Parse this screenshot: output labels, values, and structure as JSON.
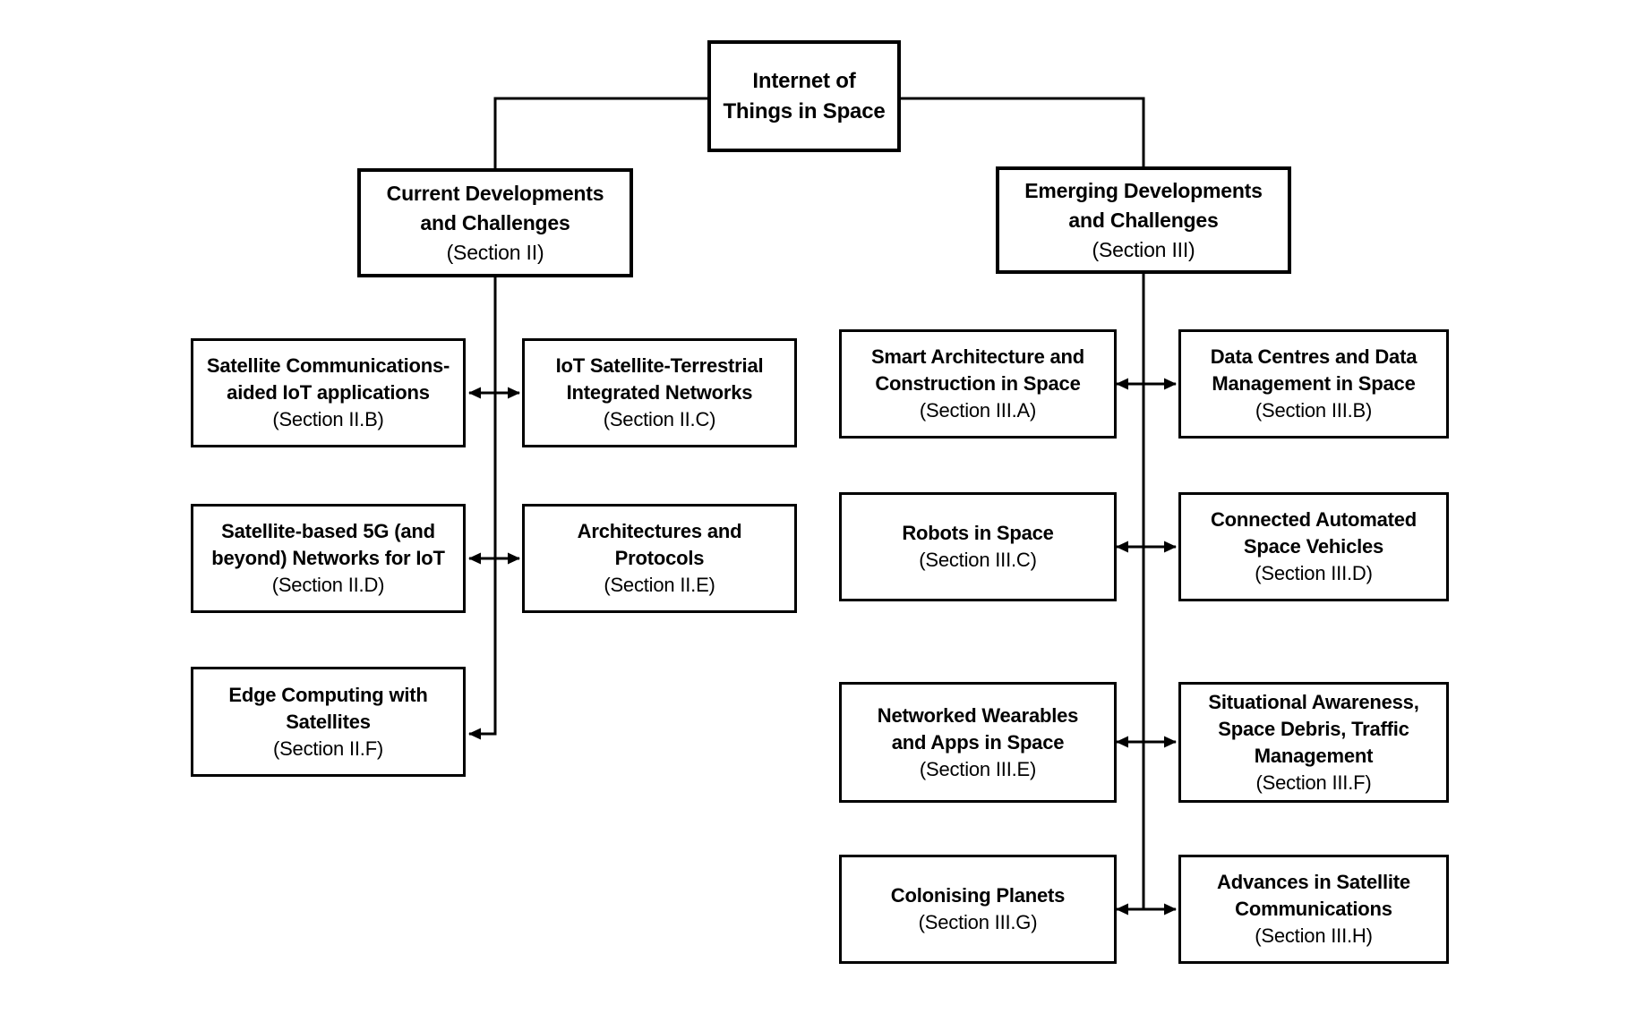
{
  "figure": {
    "background_color": "#ffffff",
    "line_color": "#000000",
    "box_fill_color": "#ffffff",
    "text_color": "#000000"
  },
  "nodes": {
    "root": {
      "title": "Internet of\nThings in Space"
    },
    "sec2": {
      "title": "Current Developments\nand Challenges",
      "section": "(Section II)"
    },
    "sec3": {
      "title": "Emerging Developments\nand Challenges",
      "section": "(Section III)"
    },
    "iib": {
      "title": "Satellite Communications-\naided IoT applications",
      "section": "(Section II.B)"
    },
    "iic": {
      "title": "IoT Satellite-Terrestrial\nIntegrated Networks",
      "section": "(Section II.C)"
    },
    "iid": {
      "title": "Satellite-based 5G (and\nbeyond) Networks for IoT",
      "section": "(Section II.D)"
    },
    "iie": {
      "title": "Architectures and\nProtocols",
      "section": "(Section II.E)"
    },
    "iif": {
      "title": "Edge Computing with\nSatellites",
      "section": "(Section II.F)"
    },
    "iiia": {
      "title": "Smart Architecture and\nConstruction in Space",
      "section": "(Section III.A)"
    },
    "iiib": {
      "title": "Data Centres and Data\nManagement in Space",
      "section": "(Section III.B)"
    },
    "iiic": {
      "title": "Robots in Space",
      "section": "(Section III.C)"
    },
    "iiid": {
      "title": "Connected Automated\nSpace Vehicles",
      "section": "(Section III.D)"
    },
    "iiie": {
      "title": "Networked Wearables\nand Apps in Space",
      "section": "(Section III.E)"
    },
    "iiif": {
      "title": "Situational Awareness,\nSpace Debris, Traffic\nManagement",
      "section": "(Section III.F)"
    },
    "iiig": {
      "title": "Colonising Planets",
      "section": "(Section III.G)"
    },
    "iiih": {
      "title": "Advances in Satellite\nCommunications",
      "section": "(Section III.H)"
    }
  }
}
